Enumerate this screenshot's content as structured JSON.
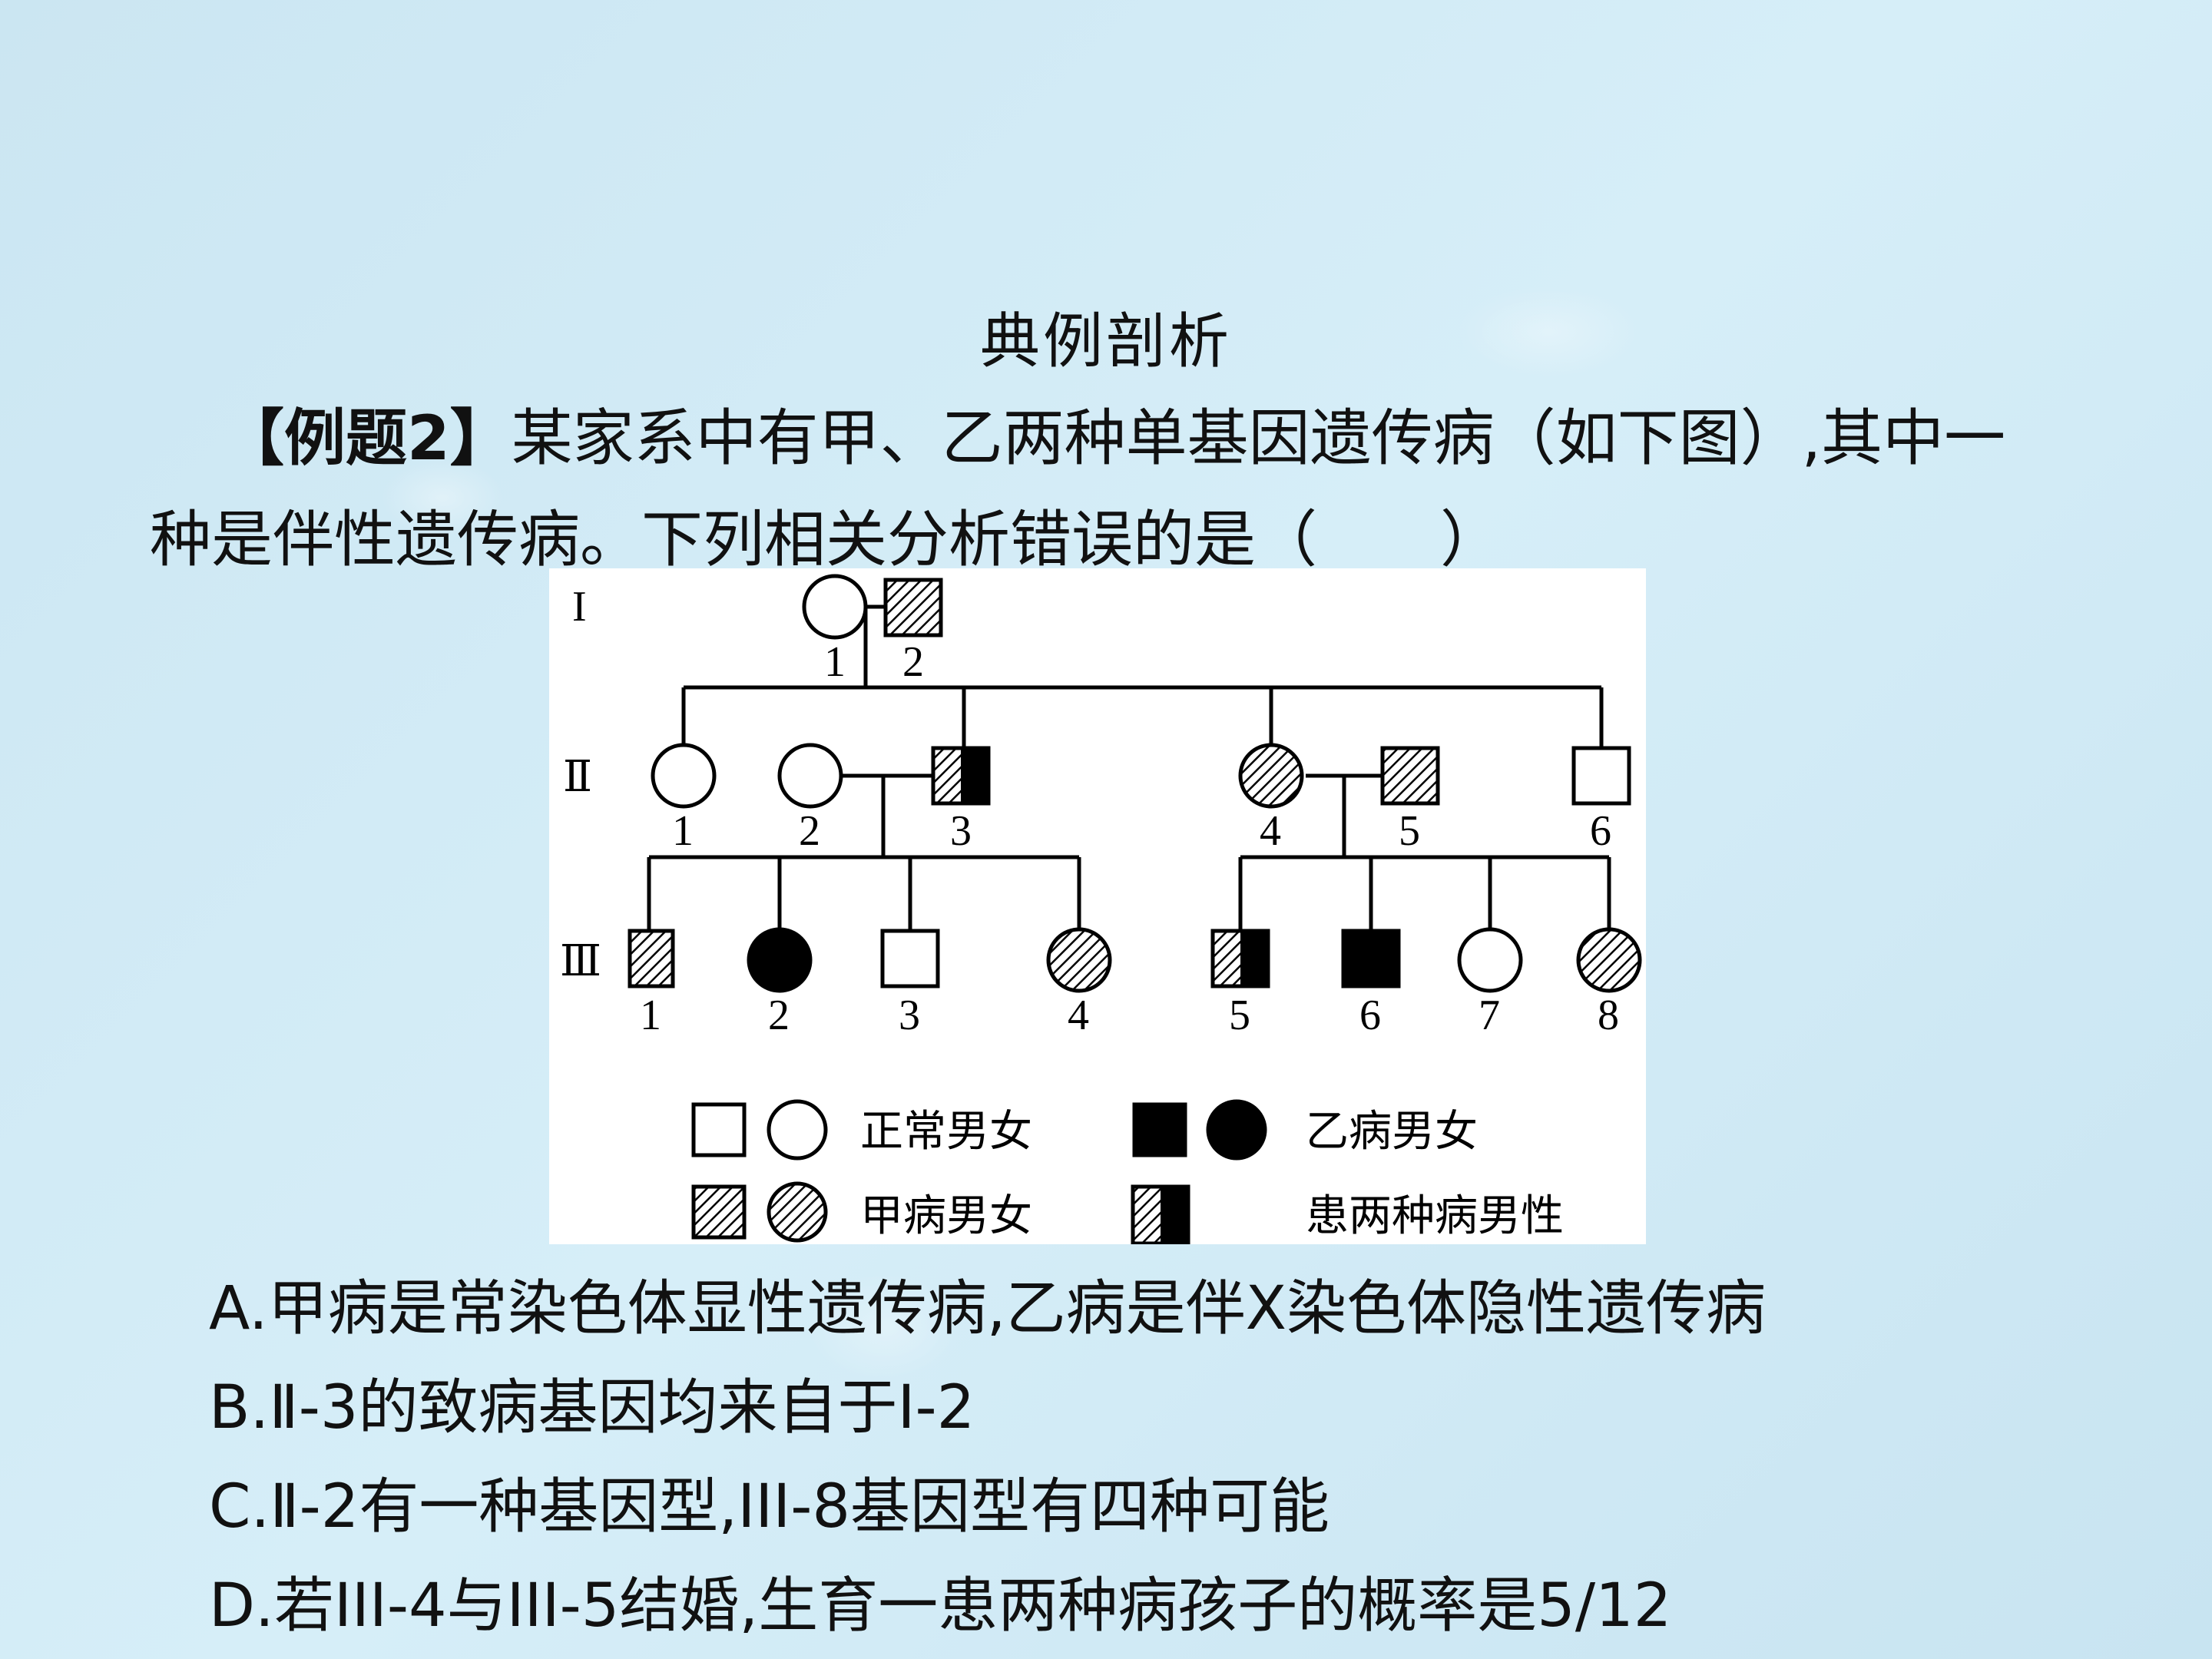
{
  "title": "典例剖析",
  "question": {
    "label": "【例题2】",
    "text": "某家系中有甲、乙两种单基因遗传病（如下图）,其中一种是伴性遗传病。下列相关分析错误的是（　　）"
  },
  "pedigree": {
    "generations": [
      "I",
      "Ⅱ",
      "Ⅲ"
    ],
    "gen1": [
      {
        "label": "1",
        "sex": "female",
        "status": "normal"
      },
      {
        "label": "2",
        "sex": "male",
        "status": "甲"
      }
    ],
    "gen2": [
      {
        "label": "1",
        "sex": "female",
        "status": "normal"
      },
      {
        "label": "2",
        "sex": "female",
        "status": "normal"
      },
      {
        "label": "3",
        "sex": "male",
        "status": "both"
      },
      {
        "label": "4",
        "sex": "female",
        "status": "甲"
      },
      {
        "label": "5",
        "sex": "male",
        "status": "甲"
      },
      {
        "label": "6",
        "sex": "male",
        "status": "normal"
      }
    ],
    "gen3": [
      {
        "label": "1",
        "sex": "male",
        "status": "甲"
      },
      {
        "label": "2",
        "sex": "female",
        "status": "乙"
      },
      {
        "label": "3",
        "sex": "male",
        "status": "normal"
      },
      {
        "label": "4",
        "sex": "female",
        "status": "甲"
      },
      {
        "label": "5",
        "sex": "male",
        "status": "both"
      },
      {
        "label": "6",
        "sex": "male",
        "status": "乙"
      },
      {
        "label": "7",
        "sex": "female",
        "status": "normal"
      },
      {
        "label": "8",
        "sex": "female",
        "status": "甲"
      }
    ],
    "legend": {
      "normal": "正常男女",
      "yi": "乙病男女",
      "jia": "甲病男女",
      "both": "患两种病男性"
    }
  },
  "options": {
    "a": "A.甲病是常染色体显性遗传病,乙病是伴X染色体隐性遗传病",
    "b": "B.Ⅱ-3的致病基因均来自于Ⅰ-2",
    "c": "C.Ⅱ-2有一种基因型,III-8基因型有四种可能",
    "d": "D.若III-4与III-5结婚,生育一患两种病孩子的概率是5/12"
  }
}
